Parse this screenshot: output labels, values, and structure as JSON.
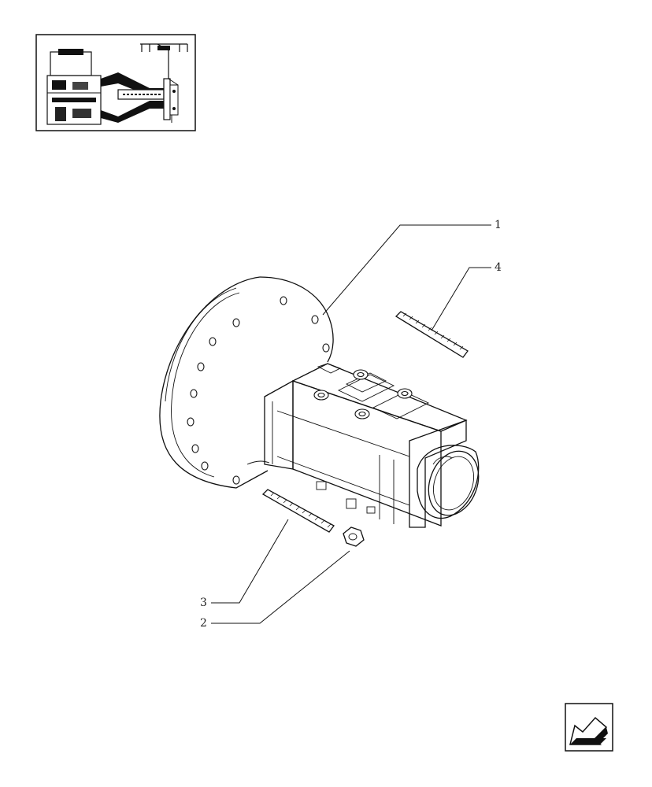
{
  "callouts": [
    {
      "id": "1",
      "label": "1"
    },
    {
      "id": "2",
      "label": "2"
    },
    {
      "id": "3",
      "label": "3"
    },
    {
      "id": "4",
      "label": "4"
    }
  ],
  "icons": {
    "overview": "assembly-overview-thumbnail",
    "nav": "back-arrow-icon"
  },
  "colors": {
    "line": "#111111",
    "background": "#ffffff"
  }
}
